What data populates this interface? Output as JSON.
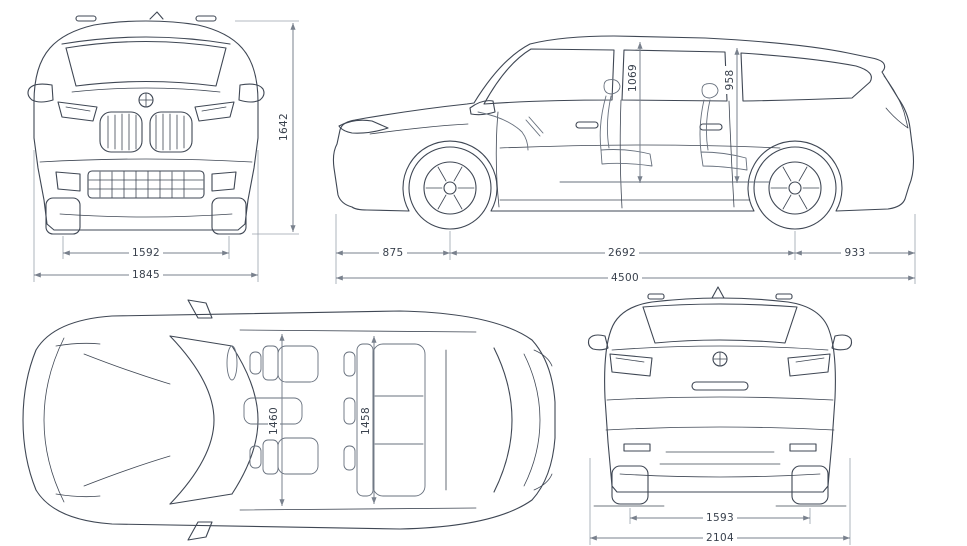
{
  "colors": {
    "car_line": "#3f4754",
    "dimension_line": "#79818d",
    "label_text": "#39414d",
    "background": "#ffffff"
  },
  "views": {
    "front": {
      "height": "1642",
      "track_width": "1592",
      "overall_width": "1845"
    },
    "side": {
      "interior_height_front": "1069",
      "interior_height_rear": "958",
      "front_overhang": "875",
      "wheelbase": "2692",
      "rear_overhang": "933",
      "overall_length": "4500"
    },
    "top": {
      "interior_width_front": "1460",
      "interior_width_rear": "1458"
    },
    "rear": {
      "track_width": "1593",
      "overall_width_mirrors": "2104"
    }
  }
}
